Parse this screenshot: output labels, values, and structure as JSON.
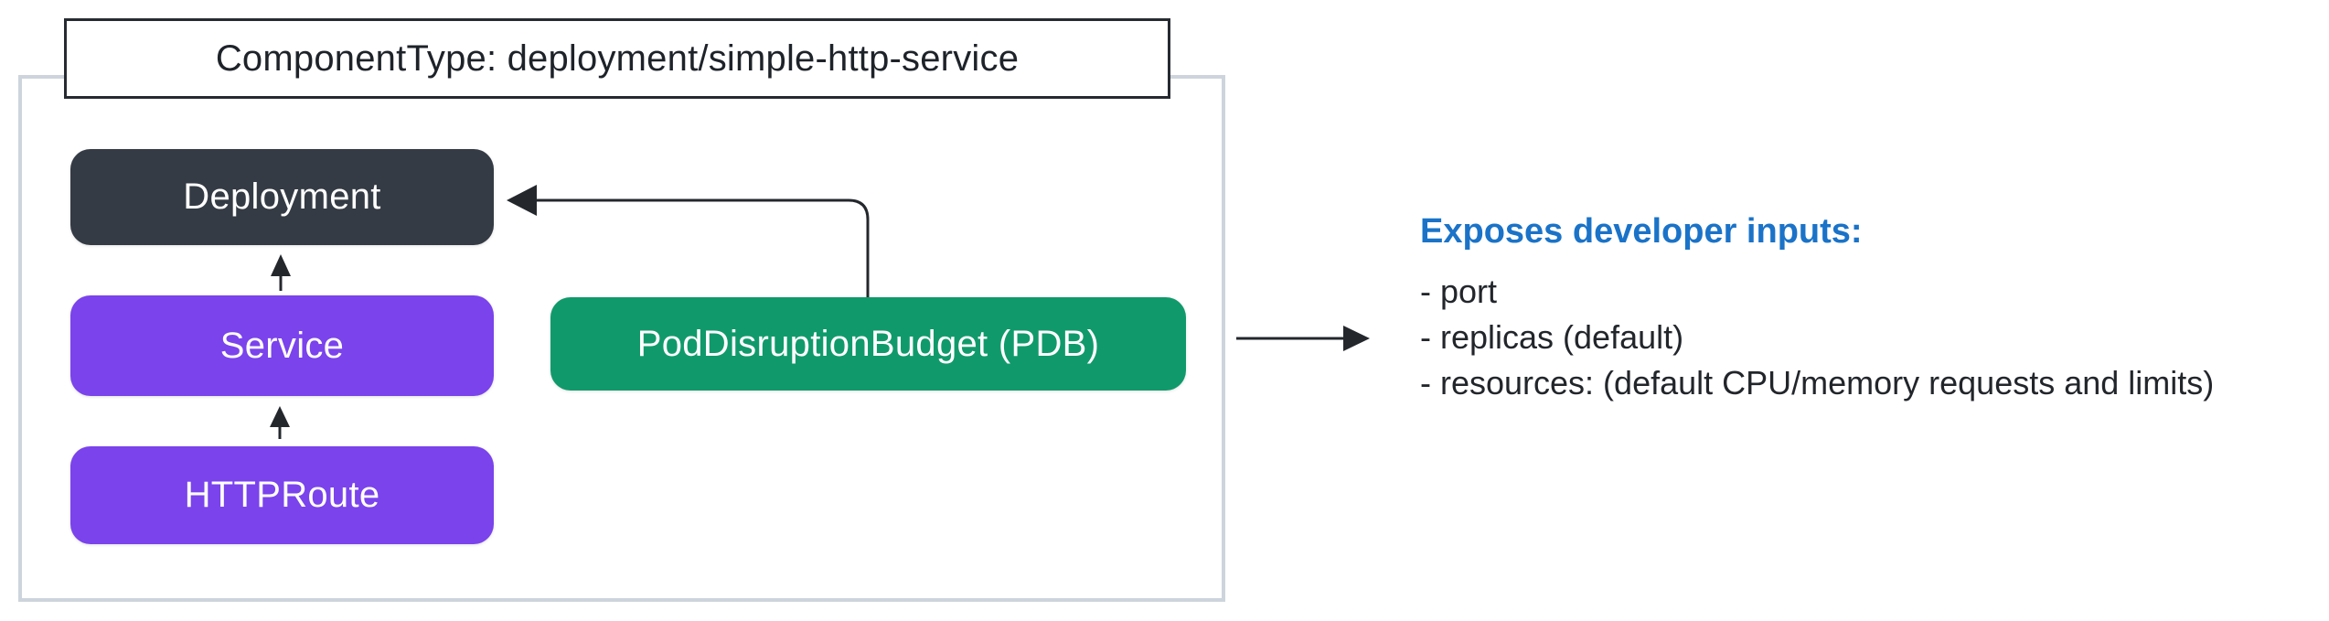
{
  "diagram": {
    "title": "ComponentType: deployment/simple-http-service",
    "nodes": [
      {
        "id": "deployment",
        "label": "Deployment",
        "color": "#343b44"
      },
      {
        "id": "service",
        "label": "Service",
        "color": "#7a43ec"
      },
      {
        "id": "httproute",
        "label": "HTTPRoute",
        "color": "#7a43ec"
      },
      {
        "id": "pdb",
        "label": "PodDisruptionBudget (PDB)",
        "color": "#109a6b"
      }
    ],
    "edges": [
      {
        "from": "service",
        "to": "deployment"
      },
      {
        "from": "httproute",
        "to": "service"
      },
      {
        "from": "pdb",
        "to": "deployment"
      },
      {
        "from": "container",
        "to": "annotation"
      }
    ],
    "container_border_color": "#cdd4dc",
    "line_color": "#24282d"
  },
  "annotation": {
    "heading": "Exposes developer inputs:",
    "heading_color": "#1a73c8",
    "items": [
      "- port",
      "- replicas (default)",
      "- resources: (default CPU/memory requests and limits)"
    ]
  }
}
